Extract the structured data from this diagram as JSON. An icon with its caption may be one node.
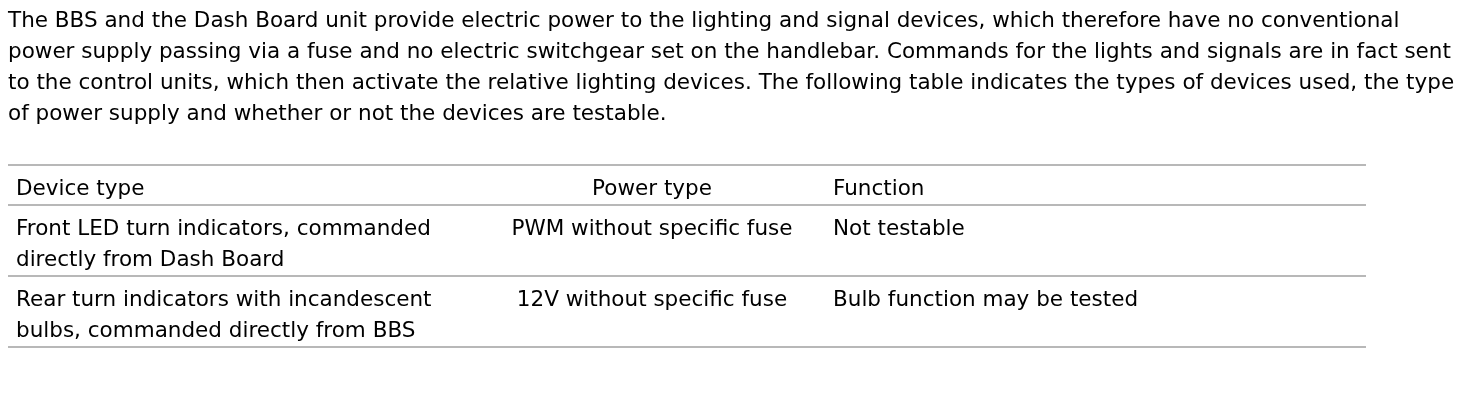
{
  "diagram": {
    "labels": [
      "The BBS and the Dash Board unit provide electric power to the lighting and signal devices, which therefore have no conventional power supply passing via a fuse and no electric switchgear set on the handlebar. Commands for the lights and signals are in fact sent to the control units, which then activate the relative lighting devices. The following table indicates the types of devices used, the type of power supply and whether or not the devices are testable.",
      "Device type",
      "Power type",
      "Function",
      "Front LED turn indicators, commanded directly from Dash Board",
      "PWM without specific fuse",
      "Not testable",
      "Rear turn indicators with incandescent bulbs, commanded directly from BBS",
      "12V without specific fuse",
      "Bulb function may be tested"
    ]
  }
}
